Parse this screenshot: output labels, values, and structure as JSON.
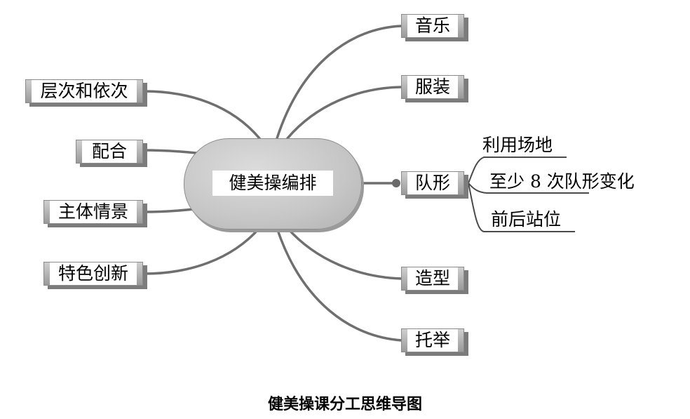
{
  "center": "健美操编排",
  "right_nodes": {
    "music": "音乐",
    "costume": "服装",
    "formation": "队形",
    "shape": "造型",
    "lift": "托举"
  },
  "left_nodes": {
    "layers": "层次和依次",
    "coordination": "配合",
    "theme": "主体情景",
    "innovation": "特色创新"
  },
  "formation_sub": [
    "利用场地",
    "至少 8 次队形变化",
    "前后站位"
  ],
  "caption": "健美操课分工思维导图"
}
